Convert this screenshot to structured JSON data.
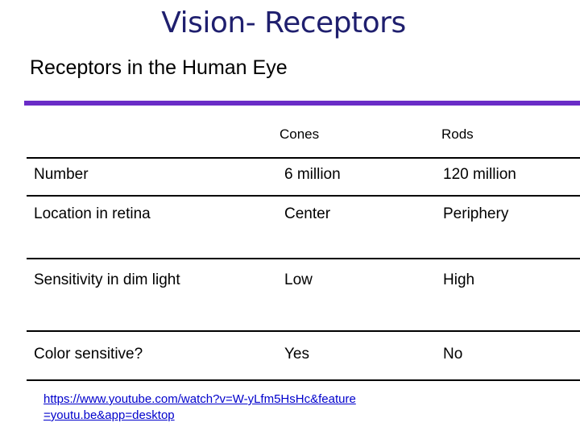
{
  "slide": {
    "title": "Vision- Receptors",
    "subtitle": "Receptors in the Human Eye",
    "accent_color": "#6a2cc7",
    "title_color": "#1f1f6e"
  },
  "table": {
    "headers": [
      "",
      "Cones",
      "Rods"
    ],
    "rows": [
      [
        "Number",
        "6 million",
        "120 million"
      ],
      [
        "Location in retina",
        "Center",
        "Periphery"
      ],
      [
        "Sensitivity in dim light",
        "Low",
        "High"
      ],
      [
        "Color sensitive?",
        "Yes",
        "No"
      ]
    ]
  },
  "link": {
    "text": "https://www.youtube.com/watch?v=W-yLfm5HsHc&feature=youtu.be&app=desktop",
    "color": "#0000cc"
  }
}
